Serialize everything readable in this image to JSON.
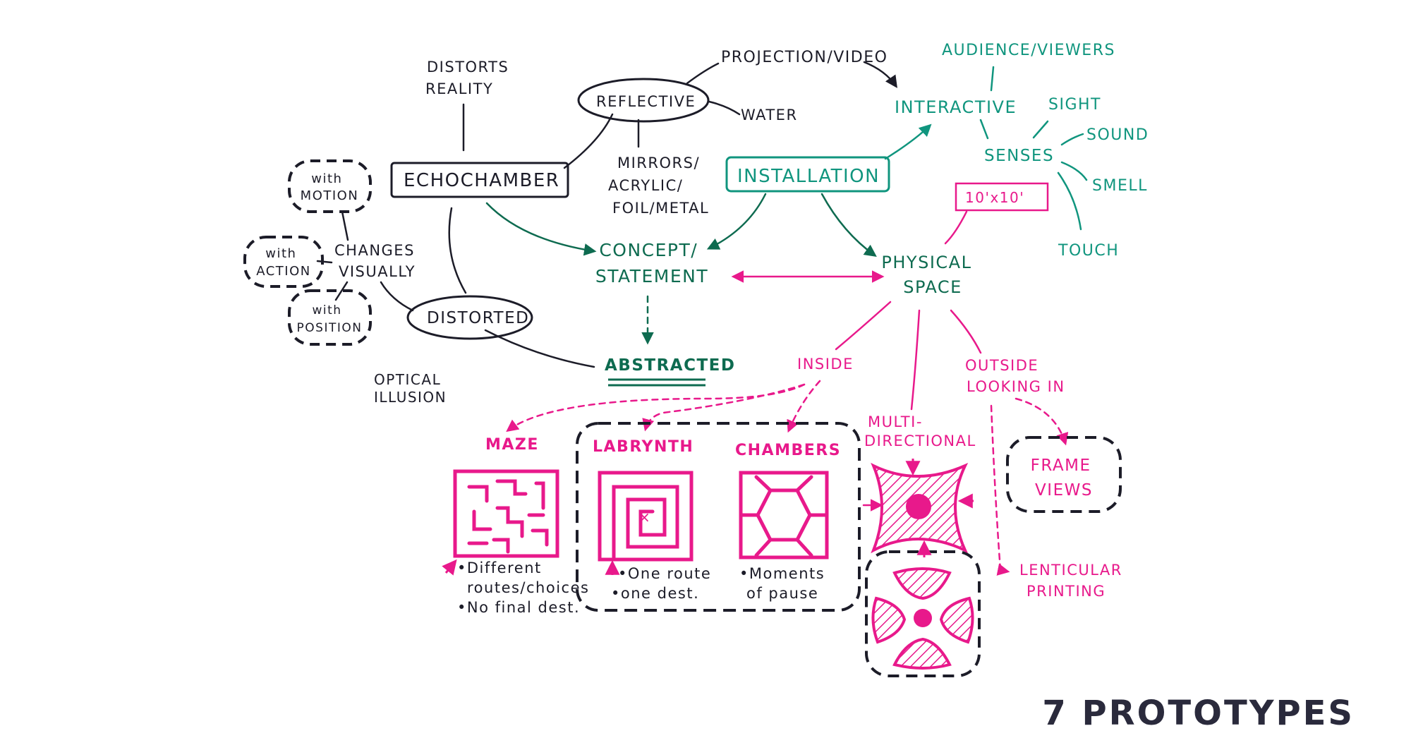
{
  "brand": "7 PROTOTYPES",
  "nodes": {
    "distorts_reality": [
      "DISTORTS",
      "REALITY"
    ],
    "echochamber": "ECHOCHAMBER",
    "reflective": "REFLECTIVE",
    "projection_video": "PROJECTION/VIDEO",
    "water": "WATER",
    "mirrors": [
      "MIRRORS/",
      "ACRYLIC/",
      "FOIL/METAL"
    ],
    "with_motion": [
      "with",
      "MOTION"
    ],
    "with_action": [
      "with",
      "ACTION"
    ],
    "with_position": [
      "with",
      "POSITION"
    ],
    "changes_visually": [
      "CHANGES",
      "VISUALLY"
    ],
    "distorted": "DISTORTED",
    "optical_illusion": [
      "OPTICAL",
      "ILLUSION"
    ],
    "concept_statement": [
      "CONCEPT/",
      "STATEMENT"
    ],
    "abstracted": "ABSTRACTED",
    "installation": "INSTALLATION",
    "interactive": "INTERACTIVE",
    "audience_viewers": "AUDIENCE/VIEWERS",
    "senses": "SENSES",
    "sight": "SIGHT",
    "sound": "SOUND",
    "smell": "SMELL",
    "touch": "TOUCH",
    "dimensions": "10'x10'",
    "physical_space": [
      "PHYSICAL",
      "SPACE"
    ],
    "inside": "INSIDE",
    "outside_looking_in": [
      "OUTSIDE",
      "LOOKING IN"
    ],
    "multi_directional": [
      "MULTI-",
      "DIRECTIONAL"
    ],
    "maze": "MAZE",
    "labrynth": "LABRYNTH",
    "chambers": "CHAMBERS",
    "frame_views": [
      "FRAME",
      "VIEWS"
    ],
    "lenticular_printing": [
      "LENTICULAR",
      "PRINTING"
    ]
  },
  "notes": {
    "maze": [
      "•Different",
      "routes/choices",
      "•No final dest."
    ],
    "labrynth": [
      "•One route",
      "•one dest."
    ],
    "chambers": [
      "•Moments",
      "of pause"
    ]
  },
  "colors": {
    "black": "#1c1c28",
    "teal": "#10957e",
    "dark_green": "#0e6b50",
    "pink": "#e8198b"
  }
}
